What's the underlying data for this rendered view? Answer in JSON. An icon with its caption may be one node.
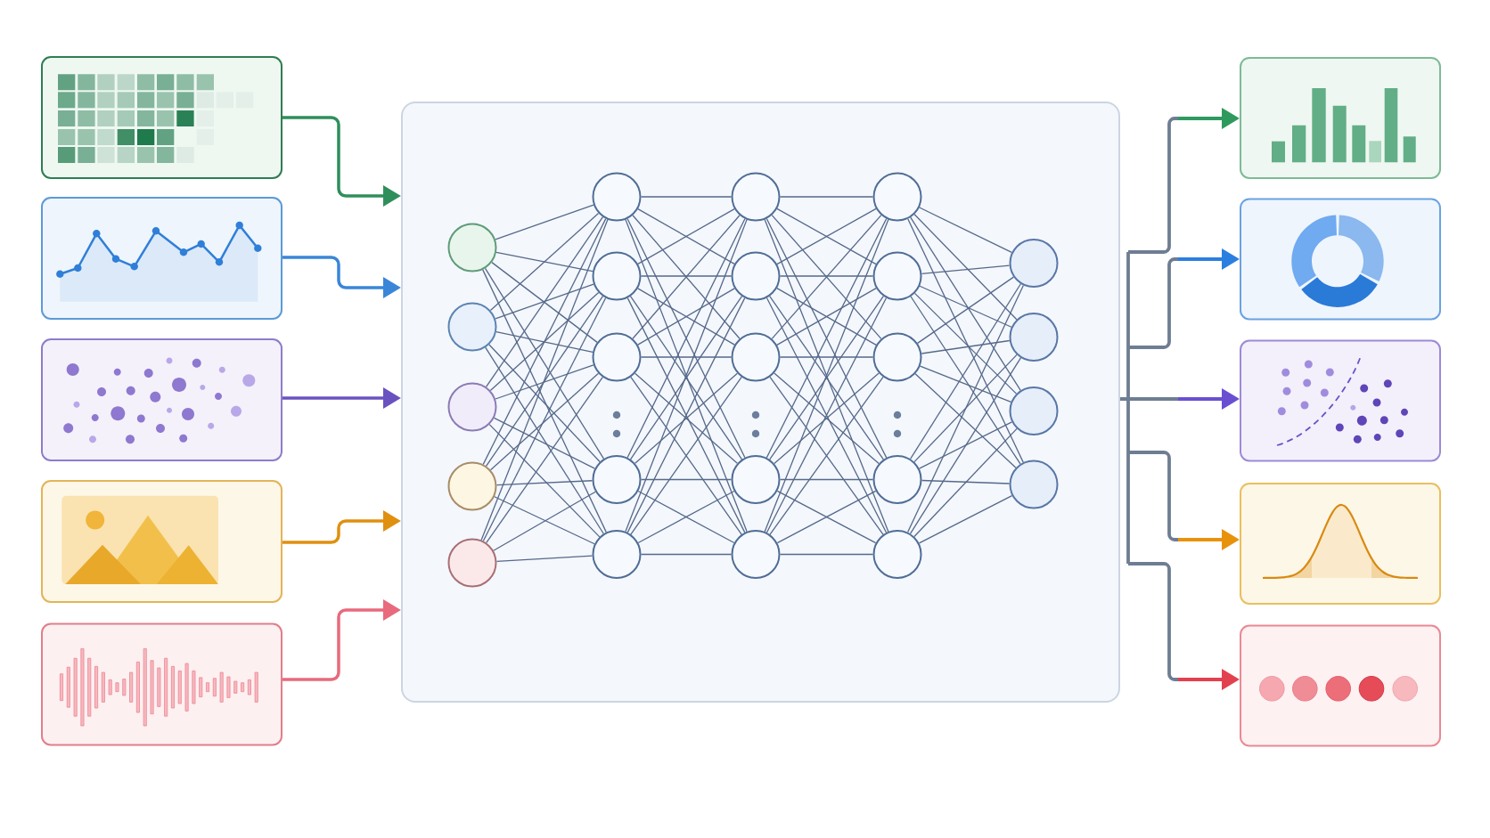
{
  "diagram": {
    "nodes": [
      {
        "text": [],
        "shape": "picture"
      },
      {
        "text": [],
        "shape": "picture"
      },
      {
        "text": [],
        "shape": "picture"
      },
      {
        "text": [],
        "shape": "picture"
      },
      {
        "text": [],
        "shape": "picture"
      },
      {
        "text": [],
        "shape": "box"
      },
      {
        "text": [],
        "shape": "circle",
        "in": 5
      },
      {
        "text": [],
        "shape": "circle",
        "in": 5
      },
      {
        "text": [],
        "shape": "circle",
        "in": 5
      },
      {
        "text": [],
        "shape": "circle",
        "in": 5
      },
      {
        "text": [],
        "shape": "circle",
        "in": 5
      },
      {
        "text": [],
        "shape": "circle",
        "in": 5
      },
      {
        "text": [],
        "shape": "circle",
        "in": 5
      },
      {
        "text": [],
        "shape": "circle",
        "in": 5
      },
      {
        "text": [],
        "shape": "circle",
        "in": 5
      },
      {
        "text": [],
        "shape": "circle",
        "in": 5
      },
      {
        "text": [],
        "shape": "circle",
        "in": 5
      },
      {
        "text": [],
        "shape": "circle",
        "in": 5
      },
      {
        "text": [],
        "shape": "circle",
        "in": 5
      },
      {
        "text": [],
        "shape": "circle",
        "in": 5
      },
      {
        "text": [],
        "shape": "circle",
        "in": 5
      },
      {
        "text": [],
        "shape": "circle",
        "in": 5
      },
      {
        "text": [],
        "shape": "circle",
        "in": 5
      },
      {
        "text": [],
        "shape": "circle",
        "in": 5
      },
      {
        "text": [],
        "shape": "circle",
        "in": 5
      },
      {
        "text": [],
        "shape": "circle",
        "in": 5
      },
      {
        "text": [],
        "shape": "circle",
        "in": 5
      },
      {
        "text": [],
        "shape": "circle",
        "in": 5
      },
      {
        "text": [],
        "shape": "circle",
        "in": 5
      },
      {
        "text": [],
        "shape": "circle",
        "in": 5
      },
      {
        "text": [],
        "shape": "picture"
      },
      {
        "text": [],
        "shape": "picture"
      },
      {
        "text": [],
        "shape": "picture"
      },
      {
        "text": [],
        "shape": "picture"
      },
      {
        "text": [],
        "shape": "picture"
      }
    ],
    "edges": [
      {
        "from": 0,
        "to": 5,
        "arrow": "to",
        "color": "#2f8f5b"
      },
      {
        "from": 1,
        "to": 5,
        "arrow": "to",
        "color": "#3a86d8"
      },
      {
        "from": 2,
        "to": 5,
        "arrow": "to",
        "color": "#6a52c0"
      },
      {
        "from": 3,
        "to": 5,
        "arrow": "to",
        "color": "#e0900f"
      },
      {
        "from": 4,
        "to": 5,
        "arrow": "to",
        "color": "#e86a7c"
      },
      {
        "from": 5,
        "to": 30,
        "arrow": "to",
        "color": "#6e7d92"
      },
      {
        "from": 5,
        "to": 31,
        "arrow": "to",
        "color": "#6e7d92"
      },
      {
        "from": 5,
        "to": 32,
        "arrow": "to",
        "color": "#6e7d92"
      },
      {
        "from": 5,
        "to": 33,
        "arrow": "to",
        "color": "#6e7d92"
      },
      {
        "from": 5,
        "to": 34,
        "arrow": "to",
        "color": "#6e7d92"
      },
      {
        "from": 6,
        "to": 11,
        "arrow": "none"
      },
      {
        "from": 6,
        "to": 12,
        "arrow": "none"
      },
      {
        "from": 6,
        "to": 13,
        "arrow": "none"
      },
      {
        "from": 6,
        "to": 14,
        "arrow": "none"
      },
      {
        "from": 6,
        "to": 15,
        "arrow": "none"
      },
      {
        "from": 7,
        "to": 11,
        "arrow": "none"
      },
      {
        "from": 7,
        "to": 12,
        "arrow": "none"
      },
      {
        "from": 7,
        "to": 13,
        "arrow": "none"
      },
      {
        "from": 7,
        "to": 14,
        "arrow": "none"
      },
      {
        "from": 7,
        "to": 15,
        "arrow": "none"
      },
      {
        "from": 8,
        "to": 11,
        "arrow": "none"
      },
      {
        "from": 8,
        "to": 12,
        "arrow": "none"
      },
      {
        "from": 8,
        "to": 13,
        "arrow": "none"
      },
      {
        "from": 8,
        "to": 14,
        "arrow": "none"
      },
      {
        "from": 8,
        "to": 15,
        "arrow": "none"
      },
      {
        "from": 9,
        "to": 11,
        "arrow": "none"
      },
      {
        "from": 9,
        "to": 12,
        "arrow": "none"
      },
      {
        "from": 9,
        "to": 13,
        "arrow": "none"
      },
      {
        "from": 9,
        "to": 14,
        "arrow": "none"
      },
      {
        "from": 9,
        "to": 15,
        "arrow": "none"
      },
      {
        "from": 10,
        "to": 11,
        "arrow": "none"
      },
      {
        "from": 10,
        "to": 12,
        "arrow": "none"
      },
      {
        "from": 10,
        "to": 13,
        "arrow": "none"
      },
      {
        "from": 10,
        "to": 14,
        "arrow": "none"
      },
      {
        "from": 10,
        "to": 15,
        "arrow": "none"
      },
      {
        "from": 11,
        "to": 16,
        "arrow": "none"
      },
      {
        "from": 11,
        "to": 17,
        "arrow": "none"
      },
      {
        "from": 11,
        "to": 18,
        "arrow": "none"
      },
      {
        "from": 11,
        "to": 19,
        "arrow": "none"
      },
      {
        "from": 11,
        "to": 20,
        "arrow": "none"
      },
      {
        "from": 12,
        "to": 16,
        "arrow": "none"
      },
      {
        "from": 12,
        "to": 17,
        "arrow": "none"
      },
      {
        "from": 12,
        "to": 18,
        "arrow": "none"
      },
      {
        "from": 12,
        "to": 19,
        "arrow": "none"
      },
      {
        "from": 12,
        "to": 20,
        "arrow": "none"
      },
      {
        "from": 13,
        "to": 16,
        "arrow": "none"
      },
      {
        "from": 13,
        "to": 17,
        "arrow": "none"
      },
      {
        "from": 13,
        "to": 18,
        "arrow": "none"
      },
      {
        "from": 13,
        "to": 19,
        "arrow": "none"
      },
      {
        "from": 13,
        "to": 20,
        "arrow": "none"
      },
      {
        "from": 14,
        "to": 16,
        "arrow": "none"
      },
      {
        "from": 14,
        "to": 17,
        "arrow": "none"
      },
      {
        "from": 14,
        "to": 18,
        "arrow": "none"
      },
      {
        "from": 14,
        "to": 19,
        "arrow": "none"
      },
      {
        "from": 14,
        "to": 20,
        "arrow": "none"
      },
      {
        "from": 15,
        "to": 16,
        "arrow": "none"
      },
      {
        "from": 15,
        "to": 17,
        "arrow": "none"
      },
      {
        "from": 15,
        "to": 18,
        "arrow": "none"
      },
      {
        "from": 15,
        "to": 19,
        "arrow": "none"
      },
      {
        "from": 15,
        "to": 20,
        "arrow": "none"
      },
      {
        "from": 16,
        "to": 21,
        "arrow": "none"
      },
      {
        "from": 16,
        "to": 22,
        "arrow": "none"
      },
      {
        "from": 16,
        "to": 23,
        "arrow": "none"
      },
      {
        "from": 16,
        "to": 24,
        "arrow": "none"
      },
      {
        "from": 16,
        "to": 25,
        "arrow": "none"
      },
      {
        "from": 17,
        "to": 21,
        "arrow": "none"
      },
      {
        "from": 17,
        "to": 22,
        "arrow": "none"
      },
      {
        "from": 17,
        "to": 23,
        "arrow": "none"
      },
      {
        "from": 17,
        "to": 24,
        "arrow": "none"
      },
      {
        "from": 17,
        "to": 25,
        "arrow": "none"
      },
      {
        "from": 18,
        "to": 21,
        "arrow": "none"
      },
      {
        "from": 18,
        "to": 22,
        "arrow": "none"
      },
      {
        "from": 18,
        "to": 23,
        "arrow": "none"
      },
      {
        "from": 18,
        "to": 24,
        "arrow": "none"
      },
      {
        "from": 18,
        "to": 25,
        "arrow": "none"
      },
      {
        "from": 19,
        "to": 21,
        "arrow": "none"
      },
      {
        "from": 19,
        "to": 22,
        "arrow": "none"
      },
      {
        "from": 19,
        "to": 23,
        "arrow": "none"
      },
      {
        "from": 19,
        "to": 24,
        "arrow": "none"
      },
      {
        "from": 19,
        "to": 25,
        "arrow": "none"
      },
      {
        "from": 20,
        "to": 21,
        "arrow": "none"
      },
      {
        "from": 20,
        "to": 22,
        "arrow": "none"
      },
      {
        "from": 20,
        "to": 23,
        "arrow": "none"
      },
      {
        "from": 20,
        "to": 24,
        "arrow": "none"
      },
      {
        "from": 20,
        "to": 25,
        "arrow": "none"
      },
      {
        "from": 21,
        "to": 26,
        "arrow": "none"
      },
      {
        "from": 21,
        "to": 27,
        "arrow": "none"
      },
      {
        "from": 21,
        "to": 28,
        "arrow": "none"
      },
      {
        "from": 21,
        "to": 29,
        "arrow": "none"
      },
      {
        "from": 22,
        "to": 26,
        "arrow": "none"
      },
      {
        "from": 22,
        "to": 27,
        "arrow": "none"
      },
      {
        "from": 22,
        "to": 28,
        "arrow": "none"
      },
      {
        "from": 22,
        "to": 29,
        "arrow": "none"
      },
      {
        "from": 23,
        "to": 26,
        "arrow": "none"
      },
      {
        "from": 23,
        "to": 27,
        "arrow": "none"
      },
      {
        "from": 23,
        "to": 28,
        "arrow": "none"
      },
      {
        "from": 23,
        "to": 29,
        "arrow": "none"
      },
      {
        "from": 24,
        "to": 26,
        "arrow": "none"
      },
      {
        "from": 24,
        "to": 27,
        "arrow": "none"
      },
      {
        "from": 24,
        "to": 28,
        "arrow": "none"
      },
      {
        "from": 24,
        "to": 29,
        "arrow": "none"
      },
      {
        "from": 25,
        "to": 26,
        "arrow": "none"
      },
      {
        "from": 25,
        "to": 27,
        "arrow": "none"
      },
      {
        "from": 25,
        "to": 28,
        "arrow": "none"
      },
      {
        "from": 25,
        "to": 29,
        "arrow": "none"
      }
    ]
  }
}
